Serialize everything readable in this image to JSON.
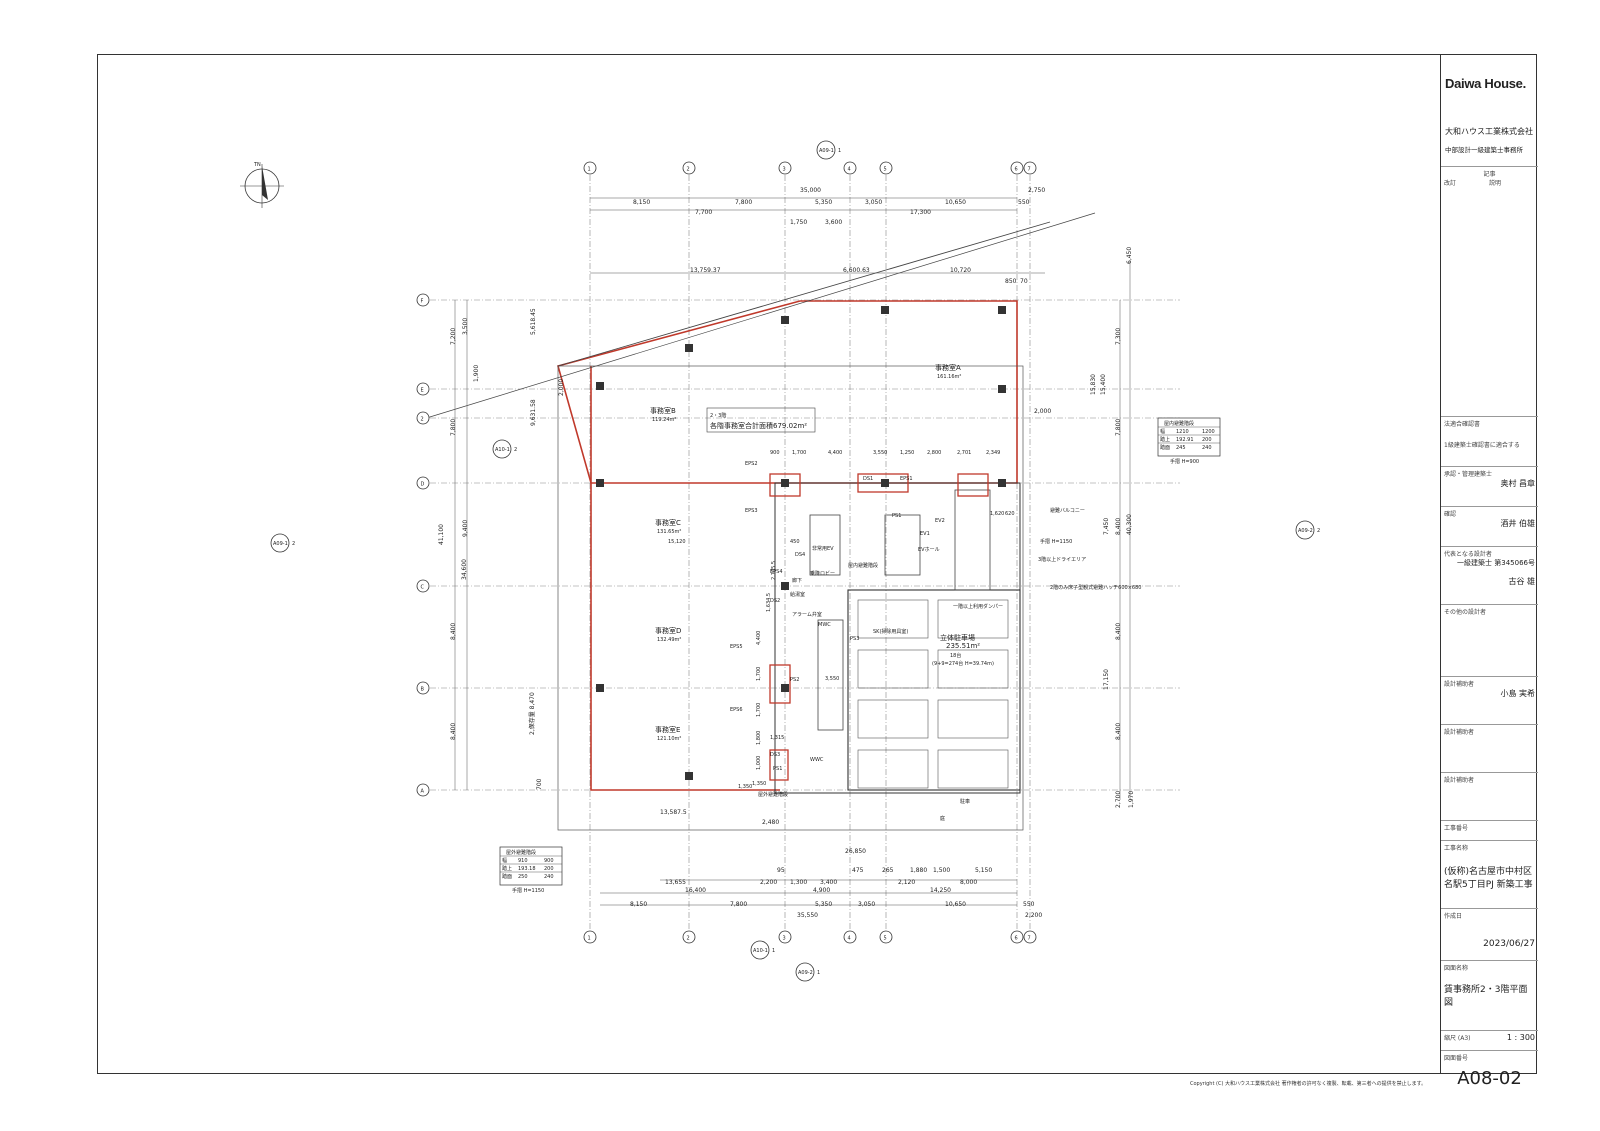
{
  "title_block": {
    "logo": "Daiwa House.",
    "company": "大和ハウス工業株式会社",
    "office": "中部設計一級建築士事務所",
    "revision_header": "記事",
    "revision_cols": [
      "改訂",
      "説明"
    ],
    "authority_label": "法適合確認書",
    "authority_value": "1級建築士確認書に適合する",
    "manager_label": "承認・管理建築士",
    "manager_name": "奥村 昌章",
    "checker_label": "確認",
    "checker_name": "酒井 伯雄",
    "designer_label": "代表となる設計者",
    "designer_license": "一級建築士 第345066号",
    "designer_name": "古谷 雄",
    "other_designers_label": "その他の設計者",
    "assistant1_label": "設計補助者",
    "assistant1_name": "小島 実希",
    "assistant2_label": "設計補助者",
    "assistant3_label": "設計補助者",
    "job_no_label": "工事番号",
    "job_name_label": "工事名称",
    "job_name": "(仮称)名古屋市中村区 名駅5丁目PJ 新築工事",
    "date_label": "作成日",
    "date": "2023/06/27",
    "drawing_title_label": "図面名称",
    "drawing_title": "賃事務所2・3階平面図",
    "scale_label": "縮尺 (A3)",
    "scale": "1 : 300",
    "drawing_no_label": "図面番号",
    "drawing_no": "A08-02"
  },
  "copyright": "Copyright (C) 大和ハウス工業株式会社 著作権者の許可なく複製、転載、第三者への提供を禁止します。",
  "plan": {
    "north": "TN",
    "grid_cols": [
      "1",
      "2",
      "3",
      "4",
      "5",
      "6",
      "7"
    ],
    "grid_rows": [
      "F",
      "E",
      "2",
      "D",
      "C",
      "B",
      "A"
    ],
    "section_marks": [
      "A09-1",
      "A09-1",
      "A09-2",
      "A09-2",
      "A10-1",
      "A10-1"
    ],
    "section_nums": [
      "1",
      "2",
      "2",
      "1",
      "2",
      "1"
    ],
    "rooms": [
      {
        "name": "事務室A",
        "area": "161.16m²"
      },
      {
        "name": "事務室B",
        "area": "119.24m²"
      },
      {
        "name": "事務室C",
        "area": "131.65m²"
      },
      {
        "name": "事務室D",
        "area": "132.49m²"
      },
      {
        "name": "事務室E",
        "area": "121.10m²"
      }
    ],
    "floor_note_1": "2・3階",
    "floor_note_2": "各階事務室合計面積679.02m²",
    "parking": {
      "name": "立体駐車場",
      "area": "235.51m²",
      "count": "18台",
      "spec": "(9+9=274台 H=39.74m)"
    },
    "core_labels": [
      "EPS2",
      "EPS3",
      "DS4",
      "EPS4",
      "DS2",
      "EPS5",
      "PS2",
      "EPS6",
      "DS3",
      "PS1",
      "DS1",
      "EPS1",
      "PS1",
      "EV1",
      "EV2",
      "EVホール",
      "非常用EV",
      "廊下",
      "給湯室",
      "アラーム弁室",
      "MWC",
      "PS3",
      "SK(掃除用具室)",
      "WWC",
      "屋外避難階段",
      "庭",
      "乗降ロビー",
      "屋内避難階段",
      "避難バルコニー",
      "手摺 H=1150",
      "3階以上ドライエリア",
      "2階のみ床子型観式避難ハッチ600×680",
      "一階以上利用ダンパー",
      "駐車"
    ],
    "dims_top": [
      "35,000",
      "8,150",
      "7,800",
      "5,350",
      "3,050",
      "10,650",
      "550",
      "2,750",
      "7,700",
      "1,750",
      "3,600",
      "17,300",
      "13,759.37",
      "6,600.63",
      "10,720",
      "850",
      "70"
    ],
    "dims_bottom": [
      "26,850",
      "13,655",
      "2,200",
      "1,300",
      "3,400",
      "95",
      "475",
      "265",
      "1,880",
      "1,500",
      "5,150",
      "16,400",
      "4,900",
      "2,120",
      "8,000",
      "14,250",
      "8,150",
      "7,800",
      "5,350",
      "3,050",
      "10,650",
      "35,550",
      "550",
      "2,200",
      "13,587.5",
      "2,480"
    ],
    "dims_left": [
      "7,200",
      "3,500",
      "1,900",
      "7,800",
      "9,400",
      "8,400",
      "8,400",
      "41,100",
      "34,600",
      "9,631.58",
      "5,618.45",
      "2,000",
      "2,保存量 8,470",
      "700"
    ],
    "dims_right": [
      "6,450",
      "7,300",
      "15,400",
      "15,830",
      "7,800",
      "7,450",
      "8,400",
      "40,300",
      "8,400",
      "17,150",
      "8,400",
      "2,700",
      "1,970",
      "2,000"
    ],
    "dims_core": [
      "900",
      "1,700",
      "4,400",
      "3,550",
      "1,250",
      "2,800",
      "2,701",
      "2,349",
      "1,620",
      "620",
      "15,120",
      "3,550",
      "1,350",
      "450",
      "2,705.5",
      "1,634.5",
      "4,400",
      "1,700",
      "1,700",
      "1,800",
      "1,000",
      "1,315",
      "1,350"
    ],
    "stair_table_in": {
      "title": "屋内避難階段",
      "rows": [
        [
          "幅",
          "1210",
          "1200"
        ],
        [
          "踏上",
          "192.91",
          "200"
        ],
        [
          "踏面",
          "245",
          "240"
        ]
      ],
      "note": "手摺 H=900"
    },
    "stair_table_out": {
      "title": "屋外避難階段",
      "rows": [
        [
          "幅",
          "910",
          "900"
        ],
        [
          "踏上",
          "193.18",
          "200"
        ],
        [
          "踏面",
          "250",
          "240"
        ]
      ],
      "note": "手摺 H=1150"
    }
  },
  "colors": {
    "outline": "#c0392b",
    "line": "#333333",
    "grid": "#777777"
  }
}
